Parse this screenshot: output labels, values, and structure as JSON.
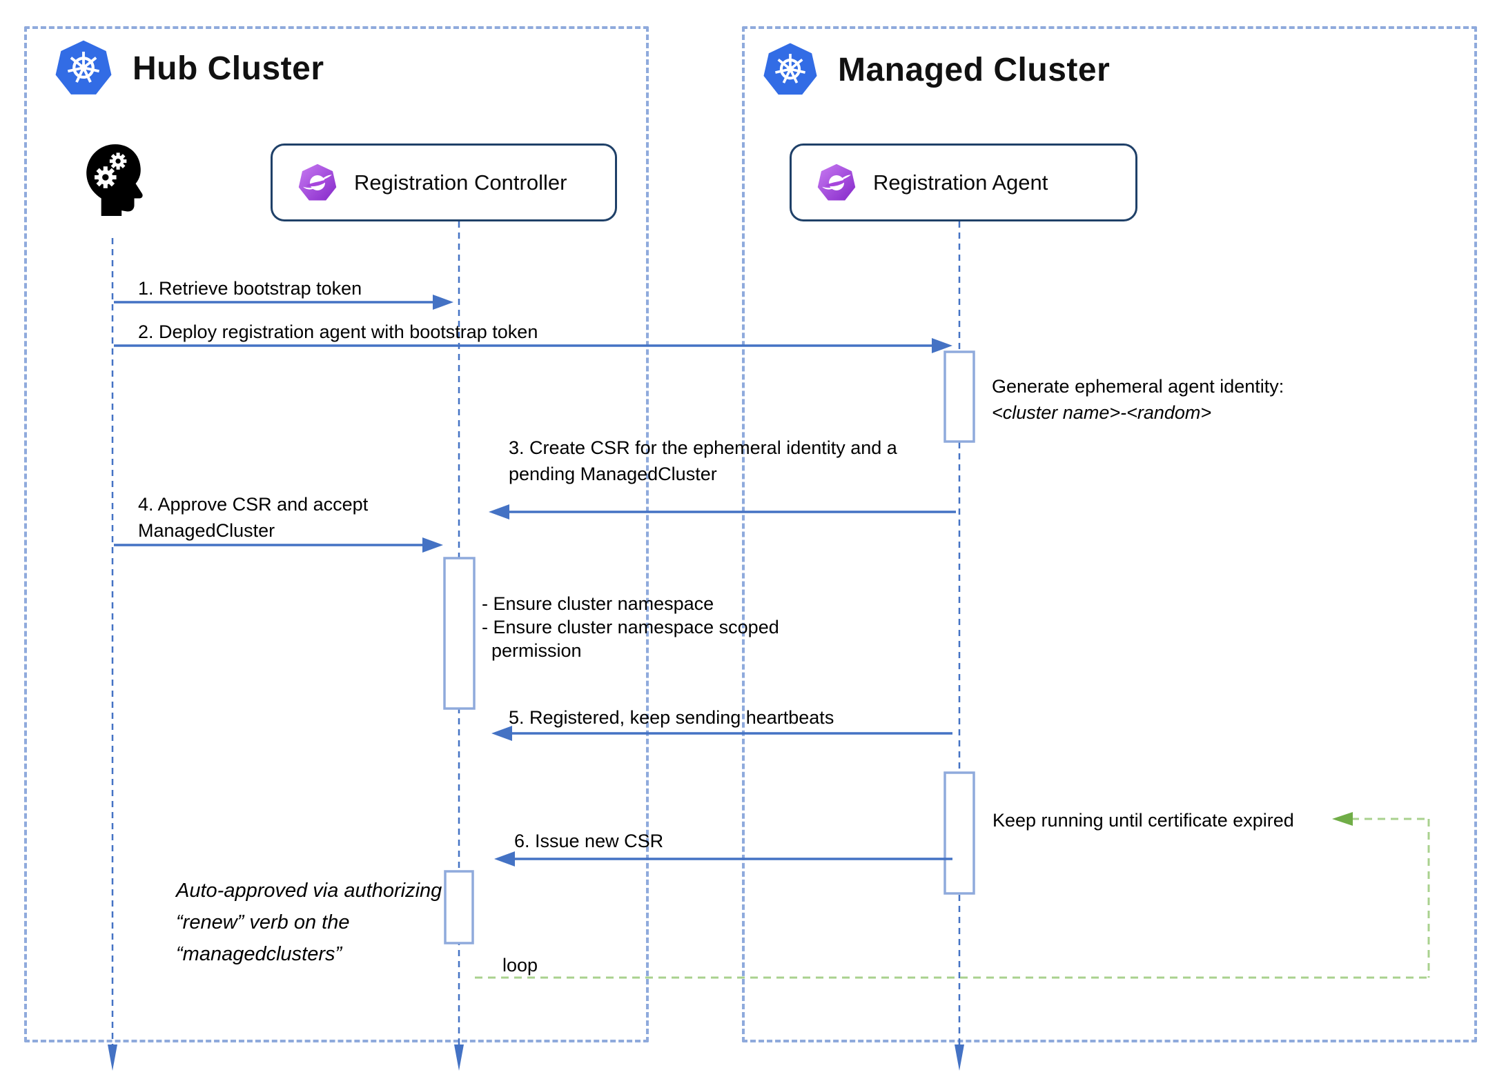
{
  "hub": {
    "title": "Hub Cluster",
    "controller_label": "Registration Controller"
  },
  "managed": {
    "title": "Managed Cluster",
    "agent_label": "Registration Agent"
  },
  "messages": [
    {
      "label": "1. Retrieve bootstrap token"
    },
    {
      "label": "2. Deploy registration agent with bootstrap token"
    },
    {
      "lines": [
        "3. Create CSR for the ephemeral identity and a",
        "pending ManagedCluster"
      ]
    },
    {
      "lines": [
        "4. Approve CSR and accept",
        "ManagedCluster"
      ]
    },
    {
      "label": "5. Registered, keep sending heartbeats"
    },
    {
      "label": "6. Issue new CSR"
    }
  ],
  "notes": {
    "agent_identity": {
      "lines": [
        "Generate ephemeral agent identity:",
        "<cluster name>-<random>"
      ]
    },
    "controller_ensure": {
      "lines": [
        "- Ensure cluster namespace",
        "- Ensure cluster namespace scoped",
        "permission"
      ]
    },
    "keep_running": "Keep running until certificate expired",
    "auto_approved": {
      "lines": [
        "Auto-approved via authorizing",
        "“renew” verb on the",
        "“managedclusters”"
      ]
    },
    "loop_label": "loop"
  },
  "icons": {
    "hub_logo": "kubernetes-icon",
    "managed_logo": "kubernetes-icon",
    "user": "user-head-gears-icon",
    "controller": "ocm-icon",
    "agent": "ocm-icon"
  },
  "colors": {
    "kubernetes_blue": "#326CE5",
    "arrow_blue": "#4472C4",
    "cluster_border_blue": "#8FAADC",
    "participant_border_navy": "#1F4068",
    "activation_border_blue": "#8FAADC",
    "loop_green_line": "#A9D18E",
    "loop_green_arrow": "#70AD47",
    "ocm_purple_light": "#C87BF2",
    "ocm_purple_dark": "#8528C9",
    "text_black": "#000000"
  }
}
